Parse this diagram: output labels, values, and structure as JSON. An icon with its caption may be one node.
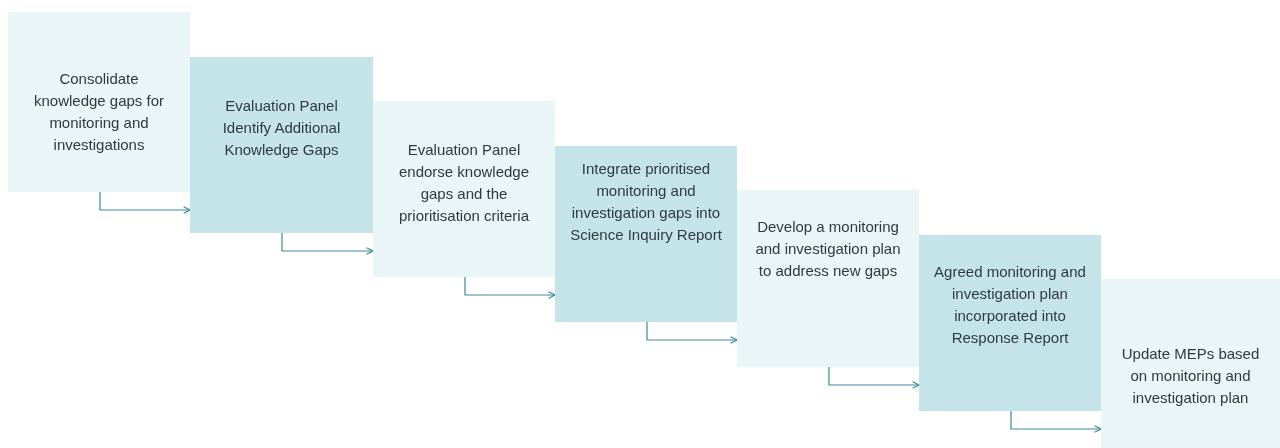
{
  "diagram": {
    "nodes": [
      {
        "text": [
          "Consolidate knowledge gaps for monitoring and investigations"
        ]
      },
      {
        "text": [
          "Evaluation Panel Identify Additional Knowledge Gaps"
        ]
      },
      {
        "text": [
          "Evaluation Panel endorse knowledge gaps and the prioritisation criteria"
        ]
      },
      {
        "text": [
          "Integrate prioritised monitoring and investigation gaps into Science Inquiry Report"
        ]
      },
      {
        "text": [
          "Develop a monitoring and investigation plan to address new gaps"
        ]
      },
      {
        "text": [
          "Agreed monitoring and investigation plan incorporated into Response Report"
        ]
      },
      {
        "text": [
          "Update MEPs based on monitoring and investigation plan"
        ]
      }
    ],
    "edges": [
      {
        "from": 0,
        "to": 1,
        "arrow": "to"
      },
      {
        "from": 1,
        "to": 2,
        "arrow": "to"
      },
      {
        "from": 2,
        "to": 3,
        "arrow": "to"
      },
      {
        "from": 3,
        "to": 4,
        "arrow": "to"
      },
      {
        "from": 4,
        "to": 5,
        "arrow": "to"
      },
      {
        "from": 5,
        "to": 6,
        "arrow": "to"
      }
    ]
  }
}
